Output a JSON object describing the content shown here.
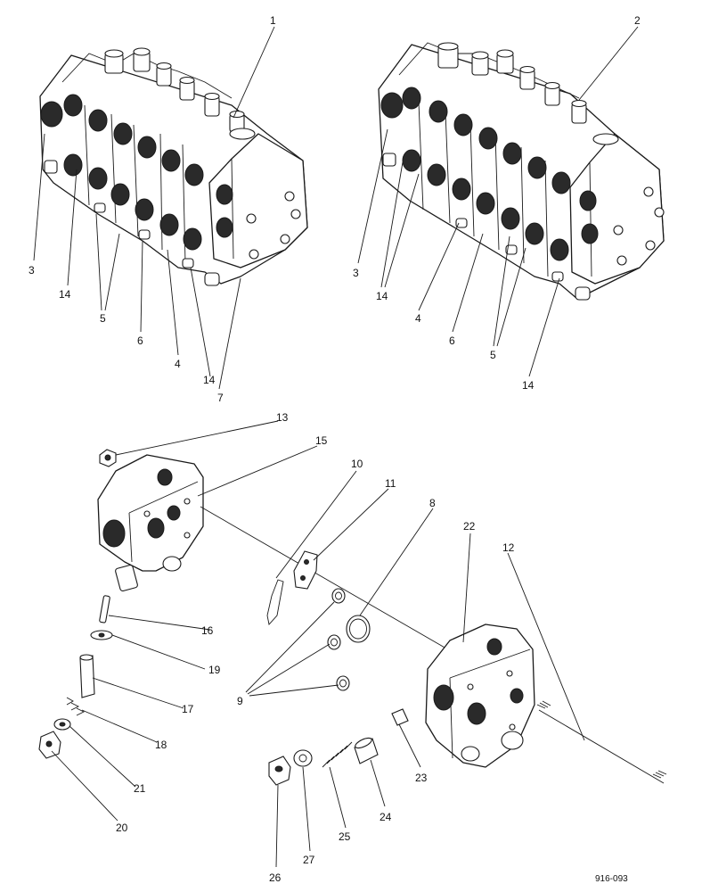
{
  "diagram": {
    "reference_code": "916-093",
    "callouts": {
      "c1": "1",
      "c2": "2",
      "c3a": "3",
      "c3b": "3",
      "c14a": "14",
      "c14b": "14",
      "c14c": "14",
      "c14d": "14",
      "c5a": "5",
      "c5b": "5",
      "c6a": "6",
      "c6b": "6",
      "c4a": "4",
      "c4b": "4",
      "c7": "7",
      "c13": "13",
      "c15": "15",
      "c10": "10",
      "c11": "11",
      "c8": "8",
      "c22": "22",
      "c12": "12",
      "c16": "16",
      "c19": "19",
      "c17": "17",
      "c18": "18",
      "c21": "21",
      "c20": "20",
      "c9": "9",
      "c23": "23",
      "c24": "24",
      "c25": "25",
      "c27": "27",
      "c26": "26"
    }
  }
}
